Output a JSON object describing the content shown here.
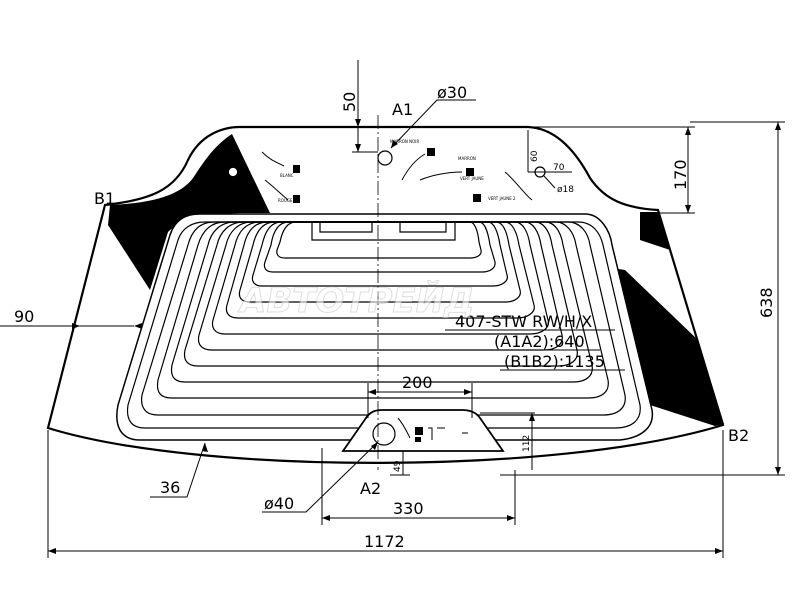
{
  "part": {
    "code": "407-STW RW/H/X",
    "a1a2": "(A1A2):640",
    "b1b2": "(B1B2):1135"
  },
  "points": {
    "a1": "A1",
    "a2": "A2",
    "b1": "B1",
    "b2": "B2"
  },
  "dimensions": {
    "d50": "50",
    "dia30": "ø30",
    "d170": "170",
    "d638": "638",
    "d60": "60",
    "d70": "70",
    "dia18": "ø18",
    "d90": "90",
    "d200": "200",
    "d112": "112",
    "d49": "49",
    "d36": "36",
    "dia40": "ø40",
    "d330": "330",
    "d1172": "1172"
  },
  "watermark": "АВТОТРЕЙД",
  "markings": {
    "m1": "MARRON NOIR",
    "m2": "MARRON",
    "m3": "VERT JAUNE",
    "m4": "VERT JAUNE 2",
    "m5": "BLANC",
    "m6": "ROUGE"
  },
  "colors": {
    "line": "#000000",
    "fill": "#000000",
    "background": "#ffffff"
  }
}
